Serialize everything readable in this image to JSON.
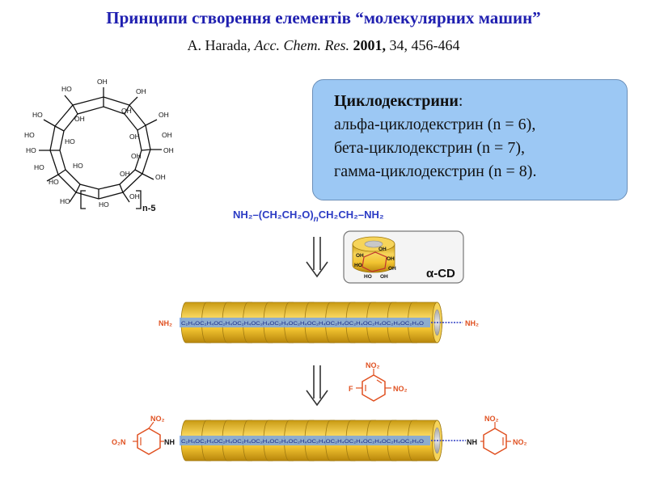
{
  "title": "Принципи створення елементів “молекулярних машин”",
  "citation": {
    "authors": "A. Harada,",
    "journal": "Acc. Chem. Res.",
    "year": "2001,",
    "volume_pages": "34, 456-464"
  },
  "infobox": {
    "heading": "Циклодекстрини",
    "heading_suffix": ":",
    "items": [
      "альфа-циклодекстрин (n = 6),",
      "бета-циклодекстрин (n = 7),",
      "гамма-циклодекстрин (n = 8)."
    ]
  },
  "colors": {
    "title": "#1f1fb0",
    "box_fill": "#9cc8f4",
    "chem_blue": "#2b3bc4",
    "chem_red": "#e05020",
    "ring_yellow": "#f2c431",
    "ring_gray": "#c8c8c8",
    "axle_blue": "#7aa7e6"
  },
  "left_structure": {
    "repeat_label": "n-5",
    "groups": [
      "OH",
      "HO",
      "OH",
      "OH",
      "OH",
      "HO",
      "OH",
      "OH",
      "OH",
      "HO",
      "OH",
      "HO",
      "HO",
      "OH",
      "HO",
      "OH",
      "OH",
      "HO",
      "HO",
      "OH",
      "HO",
      "HO"
    ]
  },
  "polymer_formula": {
    "prefix": "NH₂–(CH₂CH₂O)",
    "subscript": "n",
    "suffix": "CH₂CH₂–NH₂"
  },
  "alpha_cd": {
    "label": "α-CD",
    "groups": [
      "OH",
      "OH",
      "OH",
      "OH",
      "HO",
      "HO",
      "OH"
    ]
  },
  "rotaxane_1": {
    "left_end": "NH₂",
    "right_end": "NH₂",
    "axle_text": "C₂H₄OC₂H₄OC₂H₄OC₂H₄OC₂H₄OC₂H₄OC₂H₄OC₂H₄OC₂H₄OC₂H₄OC₂H₄OC₂H₄OC₂H₄O"
  },
  "reagent": {
    "f": "F",
    "no2_top": "NO₂",
    "no2_right": "NO₂"
  },
  "rotaxane_2": {
    "left_end_o2n": "O₂N",
    "left_end_no2": "NO₂",
    "left_end_nh": "NH",
    "right_end_nh": "NH",
    "right_end_no2_top": "NO₂",
    "right_end_no2": "NO₂",
    "axle_text": "C₂H₄OC₂H₄OC₂H₄OC₂H₄OC₂H₄OC₂H₄OC₂H₄OC₂H₄OC₂H₄OC₂H₄OC₂H₄OC₂H₄OC₂H₄O"
  }
}
